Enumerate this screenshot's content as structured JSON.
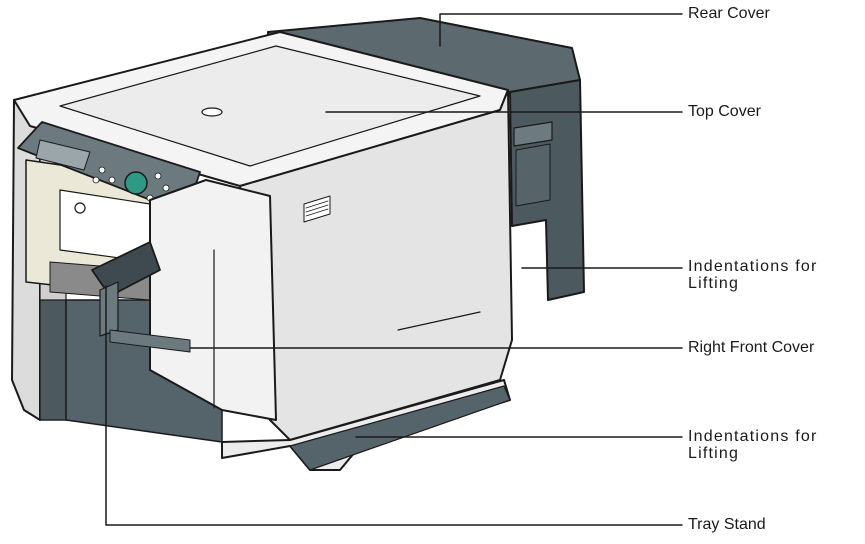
{
  "callouts": [
    {
      "id": "rear-cover",
      "label": "Rear Cover"
    },
    {
      "id": "top-cover",
      "label": "Top Cover"
    },
    {
      "id": "indentations-upper",
      "line1": "Indentations for",
      "line2": "Lifting"
    },
    {
      "id": "right-front-cover",
      "label": "Right Front Cover"
    },
    {
      "id": "indentations-lower",
      "line1": "Indentations for",
      "line2": "Lifting"
    },
    {
      "id": "tray-stand",
      "label": "Tray Stand"
    }
  ],
  "colors": {
    "body_light": "#e4e4e4",
    "body_white": "#f4f4f4",
    "body_dark": "#4c5a5f",
    "panel_button": "#2e9a86",
    "outline": "#1a1a1a"
  }
}
